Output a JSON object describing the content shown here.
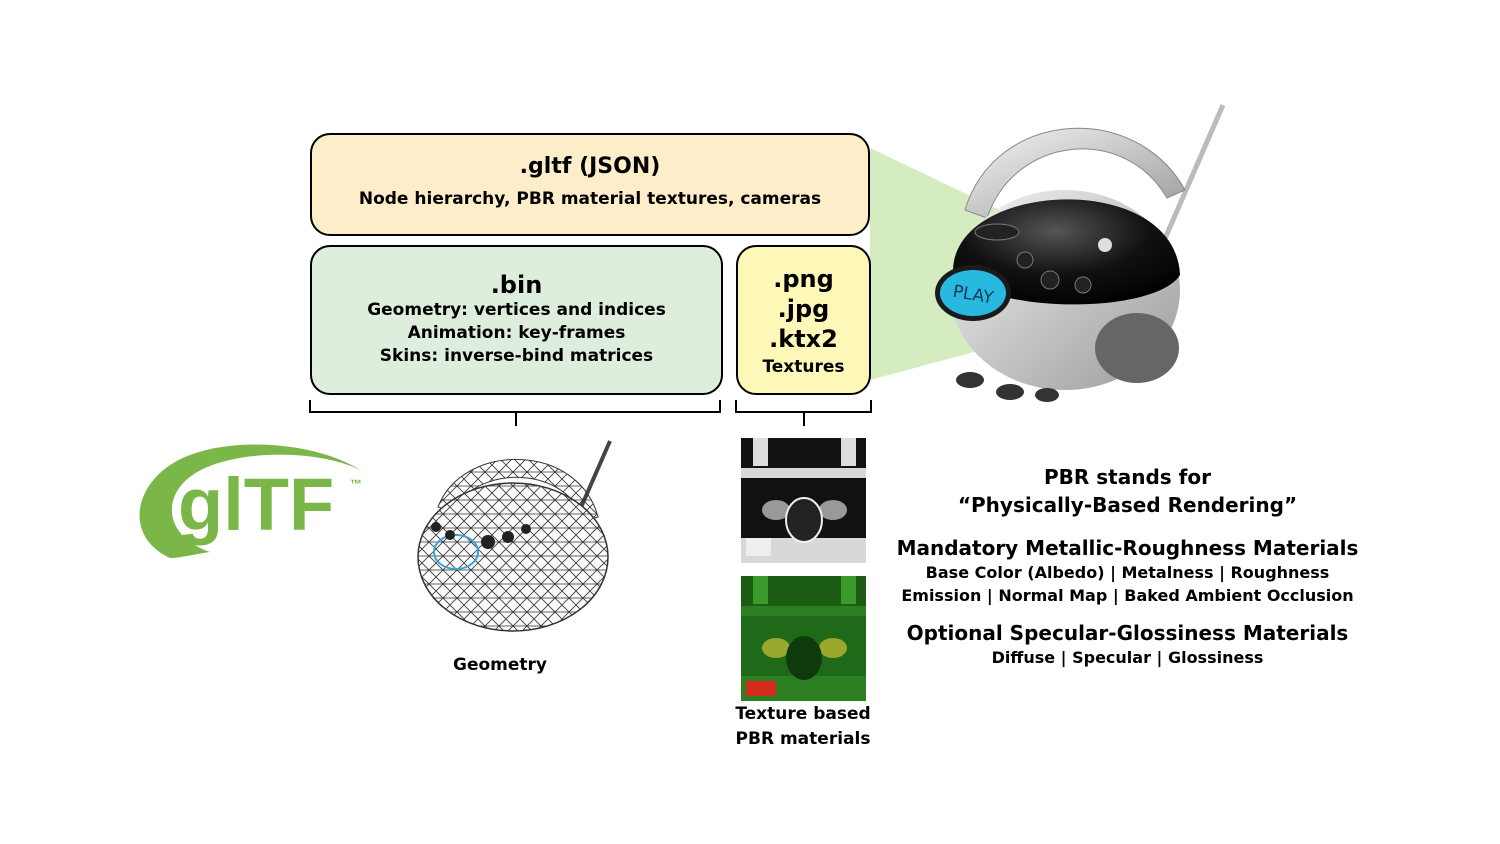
{
  "gltf_box": {
    "title": ".gltf (JSON)",
    "subtitle": "Node hierarchy, PBR material textures, cameras"
  },
  "bin_box": {
    "title": ".bin",
    "lines": [
      "Geometry: vertices and indices",
      "Animation: key-frames",
      "Skins: inverse-bind matrices"
    ]
  },
  "texture_box": {
    "extensions": [
      ".png",
      ".jpg",
      ".ktx2"
    ],
    "label": "Textures"
  },
  "logo": {
    "text": "glTF",
    "trademark": "™",
    "color": "#7ab648"
  },
  "device": {
    "button_label": "PLAY",
    "button_color": "#29b8e0"
  },
  "captions": {
    "geometry": "Geometry",
    "textures": [
      "Texture based",
      "PBR materials"
    ]
  },
  "pbr": {
    "heading_line1": "PBR stands for",
    "heading_line2": "“Physically-Based Rendering”",
    "mandatory_title": "Mandatory Metallic-Roughness Materials",
    "mandatory_line1": "Base Color (Albedo) | Metalness | Roughness",
    "mandatory_line2": "Emission | Normal Map | Baked Ambient Occlusion",
    "optional_title": "Optional Specular-Glossiness Materials",
    "optional_line1": "Diffuse | Specular | Glossiness"
  },
  "colors": {
    "gltf_box": "#fdeec9",
    "bin_box": "#deeedd",
    "texture_box": "#fdf7b8",
    "projection": "#d4ecc0"
  }
}
